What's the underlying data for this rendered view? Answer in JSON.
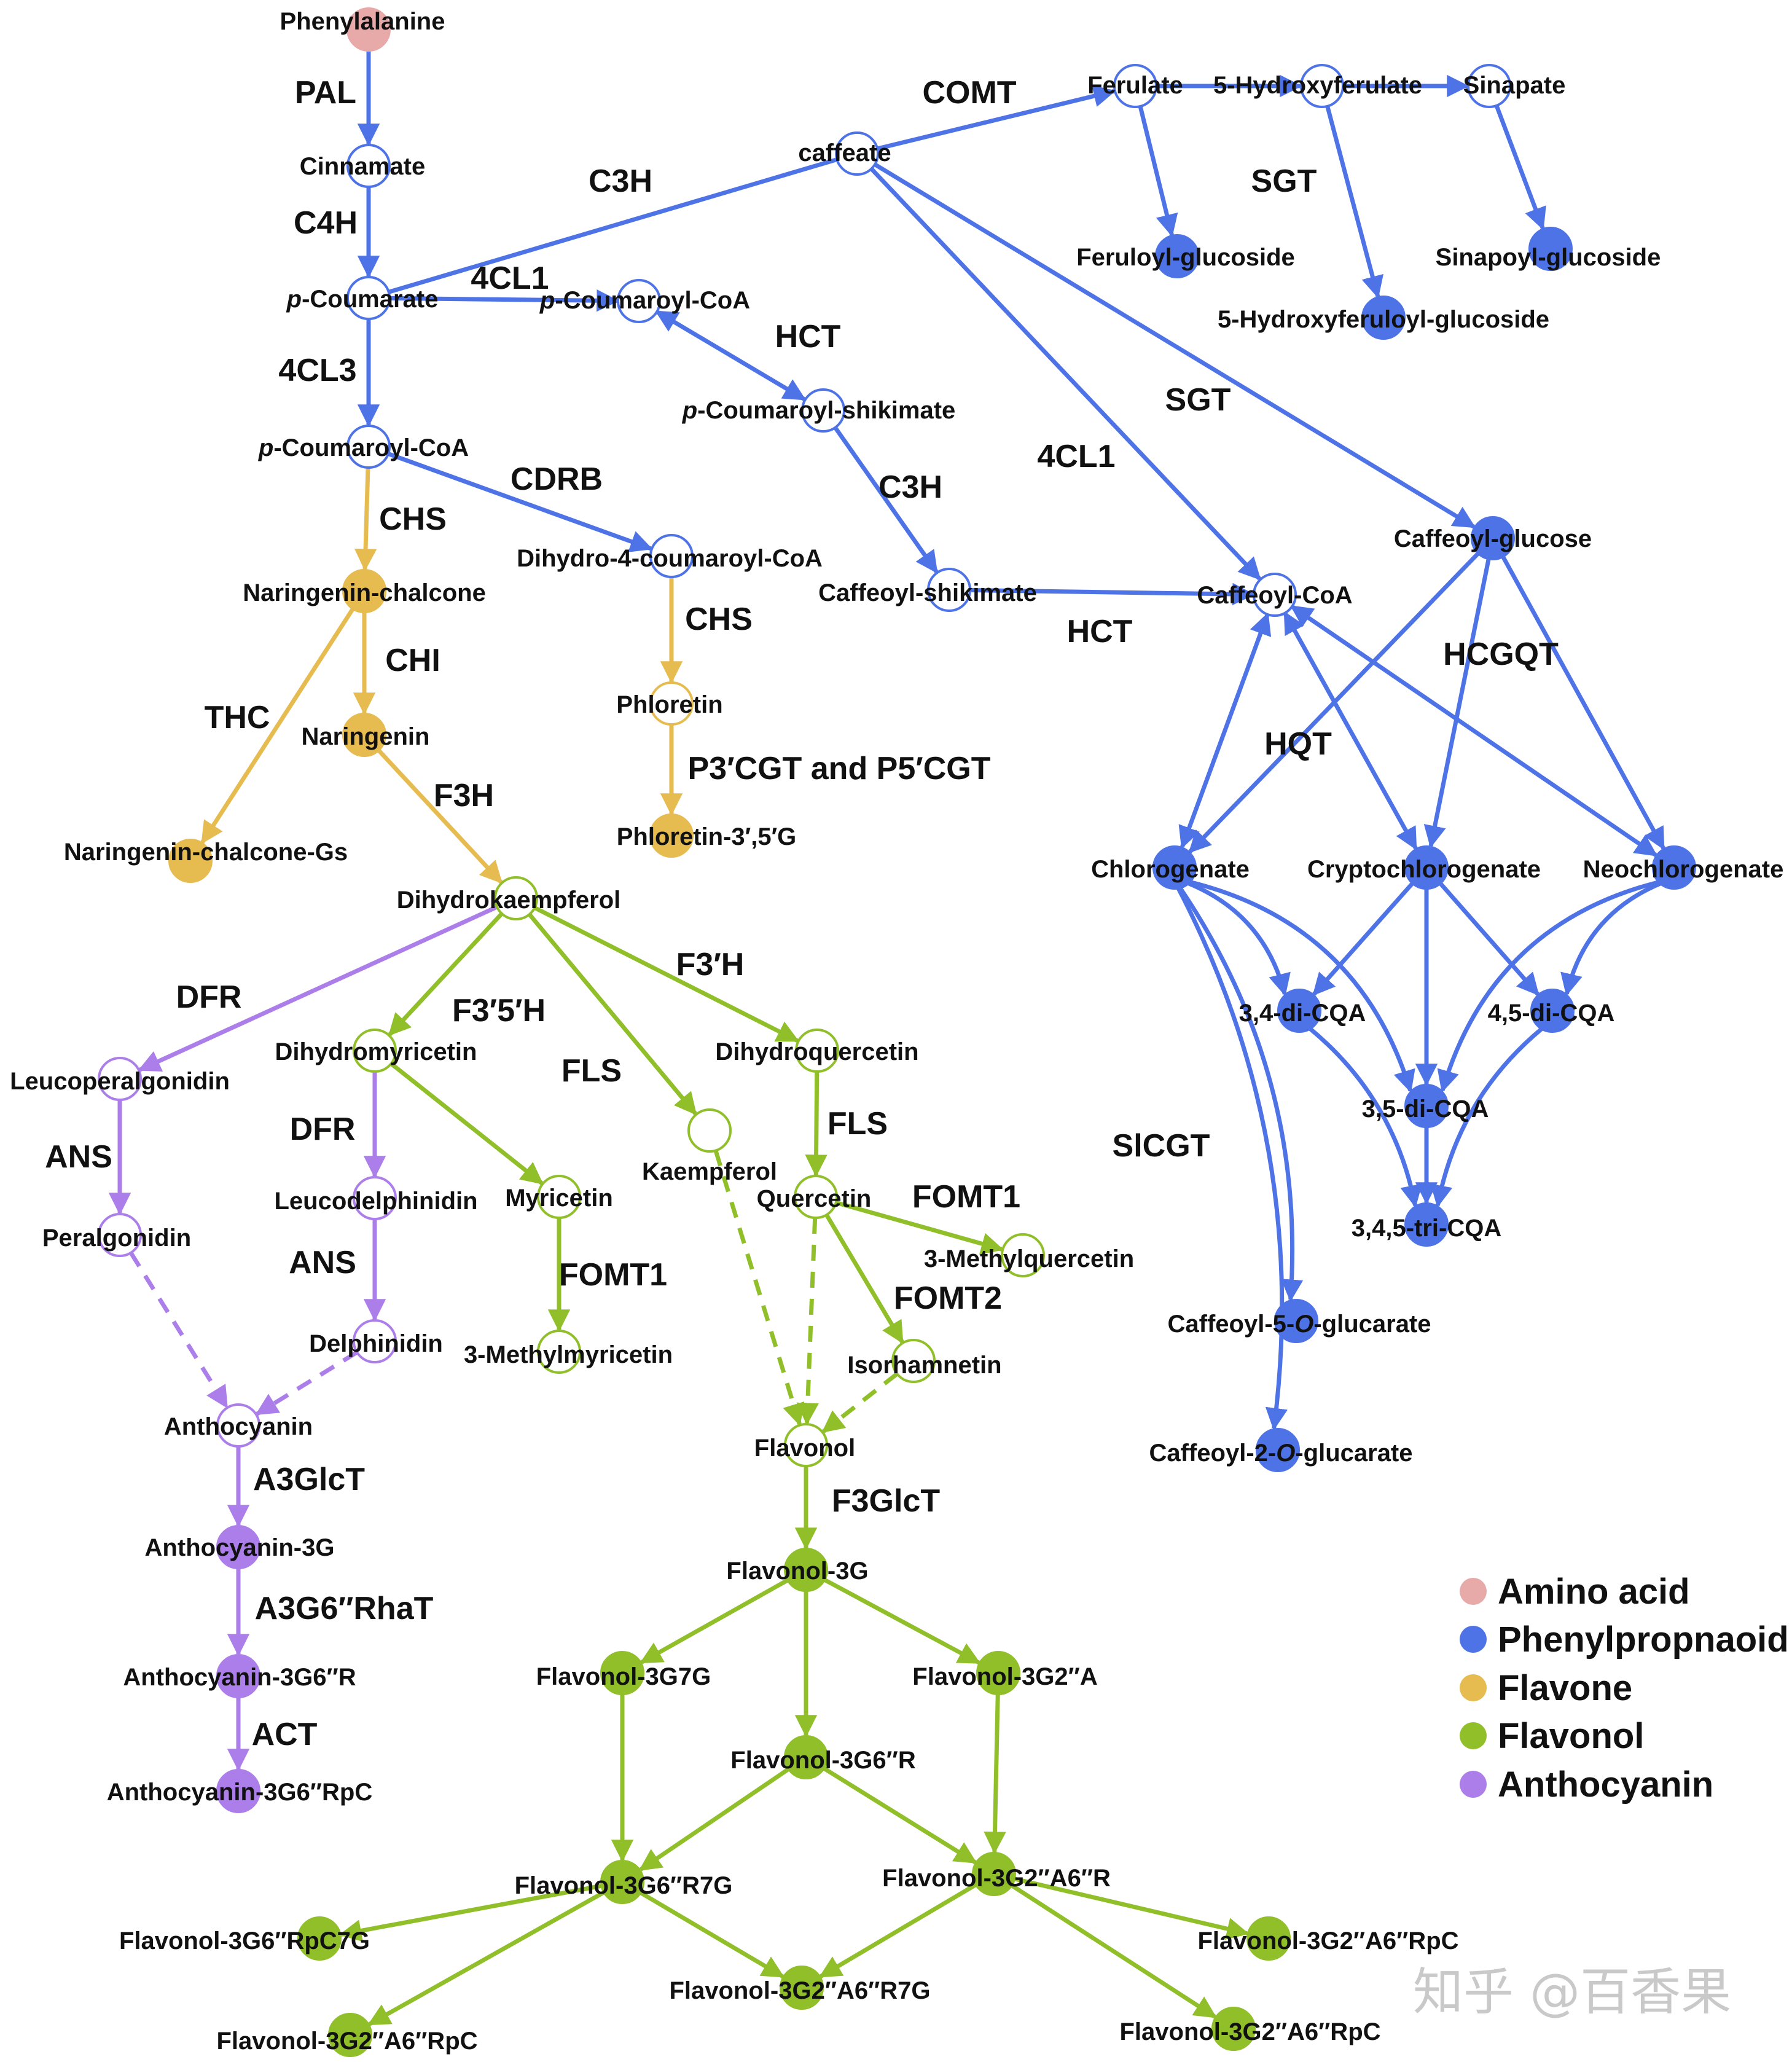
{
  "colors": {
    "amino": "#e8a9a9",
    "phenyl": "#4e73e6",
    "flavone": "#e6bb4f",
    "flavonol": "#90bf2a",
    "antho": "#ac7ee9"
  },
  "nodes": [
    {
      "id": "phe",
      "label": "Phenylalanine",
      "cls": "amino",
      "fill": true
    },
    {
      "id": "cin",
      "label": "Cinnamate",
      "cls": "phenyl",
      "fill": false
    },
    {
      "id": "pcou",
      "label": "p-Coumarate",
      "italic": "p",
      "cls": "phenyl",
      "fill": false
    },
    {
      "id": "pcoa1",
      "label": "p-Coumaroyl-CoA",
      "italic": "p",
      "cls": "phenyl",
      "fill": false
    },
    {
      "id": "pcoa2",
      "label": "p-Coumaroyl-CoA",
      "italic": "p",
      "cls": "phenyl",
      "fill": false
    },
    {
      "id": "caff",
      "label": "caffeate",
      "cls": "phenyl",
      "fill": false
    },
    {
      "id": "fer",
      "label": "Ferulate",
      "cls": "phenyl",
      "fill": false
    },
    {
      "id": "hfer",
      "label": "5-Hydroxyferulate",
      "cls": "phenyl",
      "fill": false
    },
    {
      "id": "sin",
      "label": "Sinapate",
      "cls": "phenyl",
      "fill": false
    },
    {
      "id": "ferg",
      "label": "Feruloyl-glucoside",
      "cls": "phenyl",
      "fill": true
    },
    {
      "id": "sing",
      "label": "Sinapoyl-glucoside",
      "cls": "phenyl",
      "fill": true
    },
    {
      "id": "hferg",
      "label": "5-Hydroxyferuloyl-glucoside",
      "cls": "phenyl",
      "fill": true
    },
    {
      "id": "pcshik",
      "label": "p-Coumaroyl-shikimate",
      "italic": "p",
      "cls": "phenyl",
      "fill": false
    },
    {
      "id": "caffshik",
      "label": "Caffeoyl-shikimate",
      "cls": "phenyl",
      "fill": false
    },
    {
      "id": "caffcoa",
      "label": "Caffeoyl-CoA",
      "cls": "phenyl",
      "fill": false
    },
    {
      "id": "caffglu",
      "label": "Caffeoyl-glucose",
      "cls": "phenyl",
      "fill": true
    },
    {
      "id": "chlo",
      "label": "Chlorogenate",
      "cls": "phenyl",
      "fill": true
    },
    {
      "id": "crypt",
      "label": "Cryptochlorogenate",
      "cls": "phenyl",
      "fill": true
    },
    {
      "id": "neo",
      "label": "Neochlorogenate",
      "cls": "phenyl",
      "fill": true
    },
    {
      "id": "dicqa34",
      "label": "3,4-di-CQA",
      "cls": "phenyl",
      "fill": true
    },
    {
      "id": "dicqa45",
      "label": "4,5-di-CQA",
      "cls": "phenyl",
      "fill": true
    },
    {
      "id": "dicqa35",
      "label": "3,5-di-CQA",
      "cls": "phenyl",
      "fill": true
    },
    {
      "id": "tricqa",
      "label": "3,4,5-tri-CQA",
      "cls": "phenyl",
      "fill": true
    },
    {
      "id": "c5g",
      "label": "Caffeoyl-5-O-glucarate",
      "italic": "O",
      "cls": "phenyl",
      "fill": true
    },
    {
      "id": "c2g",
      "label": "Caffeoyl-2-O-glucarate",
      "italic": "O",
      "cls": "phenyl",
      "fill": true
    },
    {
      "id": "dh4c",
      "label": "Dihydro-4-coumaroyl-CoA",
      "cls": "phenyl",
      "fill": false
    },
    {
      "id": "naringch",
      "label": "Naringenin-chalcone",
      "cls": "flavone",
      "fill": true
    },
    {
      "id": "naring",
      "label": "Naringenin",
      "cls": "flavone",
      "fill": true
    },
    {
      "id": "naringchg",
      "label": "Naringenin-chalcone-Gs",
      "cls": "flavone",
      "fill": true
    },
    {
      "id": "phlo",
      "label": "Phloretin",
      "cls": "flavone",
      "fill": false
    },
    {
      "id": "phlog",
      "label": "Phloretin-3′,5′G",
      "cls": "flavone",
      "fill": true
    },
    {
      "id": "dhk",
      "label": "Dihydrokaempferol",
      "cls": "flavonol",
      "fill": false
    },
    {
      "id": "dhm",
      "label": "Dihydromyricetin",
      "cls": "flavonol",
      "fill": false
    },
    {
      "id": "dhq",
      "label": "Dihydroquercetin",
      "cls": "flavonol",
      "fill": false
    },
    {
      "id": "kaem",
      "label": "Kaempferol",
      "cls": "flavonol",
      "fill": false
    },
    {
      "id": "quer",
      "label": "Quercetin",
      "cls": "flavonol",
      "fill": false
    },
    {
      "id": "myr",
      "label": "Myricetin",
      "cls": "flavonol",
      "fill": false
    },
    {
      "id": "mq3",
      "label": "3-Methylquercetin",
      "cls": "flavonol",
      "fill": false
    },
    {
      "id": "mm3",
      "label": "3-Methylmyricetin",
      "cls": "flavonol",
      "fill": false
    },
    {
      "id": "iso",
      "label": "Isorhamnetin",
      "cls": "flavonol",
      "fill": false
    },
    {
      "id": "flv",
      "label": "Flavonol",
      "cls": "flavonol",
      "fill": false
    },
    {
      "id": "flv3g",
      "label": "Flavonol-3G",
      "cls": "flavonol",
      "fill": true
    },
    {
      "id": "flv3g7g",
      "label": "Flavonol-3G7G",
      "cls": "flavonol",
      "fill": true
    },
    {
      "id": "flv3g2a",
      "label": "Flavonol-3G2″A",
      "cls": "flavonol",
      "fill": true
    },
    {
      "id": "flv3g6r",
      "label": "Flavonol-3G6″R",
      "cls": "flavonol",
      "fill": true
    },
    {
      "id": "flv3g6r7g",
      "label": "Flavonol-3G6″R7G",
      "cls": "flavonol",
      "fill": true
    },
    {
      "id": "flv3g2a6r",
      "label": "Flavonol-3G2″A6″R",
      "cls": "flavonol",
      "fill": true
    },
    {
      "id": "flv3g6rpc7g",
      "label": "Flavonol-3G6″RpC7G",
      "cls": "flavonol",
      "fill": true
    },
    {
      "id": "flv3g2a6rpcL",
      "label": "Flavonol-3G2″A6″RpC",
      "cls": "flavonol",
      "fill": true
    },
    {
      "id": "flv3g2a6r7g",
      "label": "Flavonol-3G2″A6″R7G",
      "cls": "flavonol",
      "fill": true
    },
    {
      "id": "flv3g2a6rpcR1",
      "label": "Flavonol-3G2″A6″RpC",
      "cls": "flavonol",
      "fill": true
    },
    {
      "id": "flv3g2a6rpcR2",
      "label": "Flavonol-3G2″A6″RpC",
      "cls": "flavonol",
      "fill": true
    },
    {
      "id": "leucp",
      "label": "Leucoperalgonidin",
      "cls": "antho",
      "fill": false
    },
    {
      "id": "perl",
      "label": "Peralgonidin",
      "cls": "antho",
      "fill": false
    },
    {
      "id": "leucd",
      "label": "Leucodelphinidin",
      "cls": "antho",
      "fill": false
    },
    {
      "id": "delph",
      "label": "Delphinidin",
      "cls": "antho",
      "fill": false
    },
    {
      "id": "antho",
      "label": "Anthocyanin",
      "cls": "antho",
      "fill": false
    },
    {
      "id": "antho3g",
      "label": "Anthocyanin-3G",
      "cls": "antho",
      "fill": true
    },
    {
      "id": "antho3g6r",
      "label": "Anthocyanin-3G6″R",
      "cls": "antho",
      "fill": true
    },
    {
      "id": "antho3g6rpc",
      "label": "Anthocyanin-3G6″RpC",
      "cls": "antho",
      "fill": true
    }
  ],
  "edges": [
    {
      "from": "phe",
      "to": "cin",
      "cls": "phenyl"
    },
    {
      "from": "cin",
      "to": "pcou",
      "cls": "phenyl"
    },
    {
      "from": "pcou",
      "to": "pcoa1",
      "cls": "phenyl"
    },
    {
      "from": "pcou",
      "to": "pcoa2",
      "cls": "phenyl"
    },
    {
      "from": "pcou",
      "to": "caff",
      "cls": "phenyl",
      "noarrow": true
    },
    {
      "from": "caff",
      "to": "fer",
      "cls": "phenyl"
    },
    {
      "from": "fer",
      "to": "hfer",
      "cls": "phenyl"
    },
    {
      "from": "hfer",
      "to": "sin",
      "cls": "phenyl"
    },
    {
      "from": "fer",
      "to": "ferg",
      "cls": "phenyl"
    },
    {
      "from": "hfer",
      "to": "hferg",
      "cls": "phenyl"
    },
    {
      "from": "sin",
      "to": "sing",
      "cls": "phenyl"
    },
    {
      "from": "pcoa2",
      "to": "pcshik",
      "cls": "phenyl",
      "both": true
    },
    {
      "from": "pcshik",
      "to": "caffshik",
      "cls": "phenyl"
    },
    {
      "from": "caffshik",
      "to": "caffcoa",
      "cls": "phenyl"
    },
    {
      "from": "caff",
      "to": "caffcoa",
      "cls": "phenyl"
    },
    {
      "from": "caff",
      "to": "caffglu",
      "cls": "phenyl"
    },
    {
      "from": "caffcoa",
      "to": "chlo",
      "cls": "phenyl",
      "both": true
    },
    {
      "from": "caffcoa",
      "to": "crypt",
      "cls": "phenyl",
      "both": true
    },
    {
      "from": "caffcoa",
      "to": "neo",
      "cls": "phenyl",
      "both": true
    },
    {
      "from": "caffglu",
      "to": "chlo",
      "cls": "phenyl"
    },
    {
      "from": "caffglu",
      "to": "crypt",
      "cls": "phenyl"
    },
    {
      "from": "caffglu",
      "to": "neo",
      "cls": "phenyl"
    },
    {
      "from": "chlo",
      "to": "dicqa34",
      "cls": "phenyl",
      "curve": -60
    },
    {
      "from": "crypt",
      "to": "dicqa34",
      "cls": "phenyl"
    },
    {
      "from": "crypt",
      "to": "dicqa35",
      "cls": "phenyl"
    },
    {
      "from": "crypt",
      "to": "dicqa45",
      "cls": "phenyl"
    },
    {
      "from": "neo",
      "to": "dicqa45",
      "cls": "phenyl",
      "curve": 60
    },
    {
      "from": "chlo",
      "to": "dicqa35",
      "cls": "phenyl",
      "curve": -140
    },
    {
      "from": "neo",
      "to": "dicqa35",
      "cls": "phenyl",
      "curve": 140
    },
    {
      "from": "dicqa35",
      "to": "tricqa",
      "cls": "phenyl"
    },
    {
      "from": "dicqa34",
      "to": "tricqa",
      "cls": "phenyl",
      "curve": -60
    },
    {
      "from": "dicqa45",
      "to": "tricqa",
      "cls": "phenyl",
      "curve": 60
    },
    {
      "from": "chlo",
      "to": "c5g",
      "cls": "phenyl",
      "curve": -120
    },
    {
      "from": "chlo",
      "to": "c2g",
      "cls": "phenyl",
      "curve": -140
    },
    {
      "from": "pcoa1",
      "to": "dh4c",
      "cls": "phenyl"
    },
    {
      "from": "pcoa1",
      "to": "naringch",
      "cls": "flavone"
    },
    {
      "from": "naringch",
      "to": "naring",
      "cls": "flavone"
    },
    {
      "from": "naringch",
      "to": "naringchg",
      "cls": "flavone"
    },
    {
      "from": "dh4c",
      "to": "phlo",
      "cls": "flavone"
    },
    {
      "from": "phlo",
      "to": "phlog",
      "cls": "flavone"
    },
    {
      "from": "naring",
      "to": "dhk",
      "cls": "flavone"
    },
    {
      "from": "dhk",
      "to": "dhm",
      "cls": "flavonol"
    },
    {
      "from": "dhk",
      "to": "dhq",
      "cls": "flavonol"
    },
    {
      "from": "dhk",
      "to": "kaem",
      "cls": "flavonol"
    },
    {
      "from": "dhk",
      "to": "leucp",
      "cls": "antho"
    },
    {
      "from": "dhm",
      "to": "leucd",
      "cls": "antho"
    },
    {
      "from": "dhm",
      "to": "myr",
      "cls": "flavonol"
    },
    {
      "from": "dhq",
      "to": "quer",
      "cls": "flavonol"
    },
    {
      "from": "myr",
      "to": "mm3",
      "cls": "flavonol"
    },
    {
      "from": "quer",
      "to": "mq3",
      "cls": "flavonol"
    },
    {
      "from": "quer",
      "to": "iso",
      "cls": "flavonol"
    },
    {
      "from": "kaem",
      "to": "flv",
      "cls": "flavonol",
      "dash": true
    },
    {
      "from": "quer",
      "to": "flv",
      "cls": "flavonol",
      "dash": true
    },
    {
      "from": "iso",
      "to": "flv",
      "cls": "flavonol",
      "dash": true
    },
    {
      "from": "flv",
      "to": "flv3g",
      "cls": "flavonol"
    },
    {
      "from": "flv3g",
      "to": "flv3g7g",
      "cls": "flavonol"
    },
    {
      "from": "flv3g",
      "to": "flv3g2a",
      "cls": "flavonol"
    },
    {
      "from": "flv3g",
      "to": "flv3g6r",
      "cls": "flavonol"
    },
    {
      "from": "flv3g7g",
      "to": "flv3g6r7g",
      "cls": "flavonol"
    },
    {
      "from": "flv3g6r",
      "to": "flv3g6r7g",
      "cls": "flavonol"
    },
    {
      "from": "flv3g6r",
      "to": "flv3g2a6r",
      "cls": "flavonol"
    },
    {
      "from": "flv3g2a",
      "to": "flv3g2a6r",
      "cls": "flavonol"
    },
    {
      "from": "flv3g6r7g",
      "to": "flv3g6rpc7g",
      "cls": "flavonol"
    },
    {
      "from": "flv3g6r7g",
      "to": "flv3g2a6rpcL",
      "cls": "flavonol"
    },
    {
      "from": "flv3g6r7g",
      "to": "flv3g2a6r7g",
      "cls": "flavonol"
    },
    {
      "from": "flv3g2a6r",
      "to": "flv3g2a6r7g",
      "cls": "flavonol"
    },
    {
      "from": "flv3g2a6r",
      "to": "flv3g2a6rpcR1",
      "cls": "flavonol"
    },
    {
      "from": "flv3g2a6r",
      "to": "flv3g2a6rpcR2",
      "cls": "flavonol"
    },
    {
      "from": "leucp",
      "to": "perl",
      "cls": "antho"
    },
    {
      "from": "leucd",
      "to": "delph",
      "cls": "antho"
    },
    {
      "from": "perl",
      "to": "antho",
      "cls": "antho",
      "dash": true
    },
    {
      "from": "delph",
      "to": "antho",
      "cls": "antho",
      "dash": true
    },
    {
      "from": "antho",
      "to": "antho3g",
      "cls": "antho"
    },
    {
      "from": "antho3g",
      "to": "antho3g6r",
      "cls": "antho"
    },
    {
      "from": "antho3g6r",
      "to": "antho3g6rpc",
      "cls": "antho"
    }
  ],
  "enzymes": [
    {
      "id": "pal",
      "label": "PAL"
    },
    {
      "id": "c4h",
      "label": "C4H"
    },
    {
      "id": "c3h1",
      "label": "C3H"
    },
    {
      "id": "comt",
      "label": "COMT"
    },
    {
      "id": "sgt1",
      "label": "SGT"
    },
    {
      "id": "4cl1a",
      "label": "4CL1"
    },
    {
      "id": "hct1",
      "label": "HCT"
    },
    {
      "id": "4cl3",
      "label": "4CL3"
    },
    {
      "id": "sgt2",
      "label": "SGT"
    },
    {
      "id": "4cl1b",
      "label": "4CL1"
    },
    {
      "id": "cdrb",
      "label": "CDRB"
    },
    {
      "id": "c3h2",
      "label": "C3H"
    },
    {
      "id": "chs1",
      "label": "CHS"
    },
    {
      "id": "chs2",
      "label": "CHS"
    },
    {
      "id": "hct2",
      "label": "HCT"
    },
    {
      "id": "hcgqt",
      "label": "HCGQT"
    },
    {
      "id": "chi",
      "label": "CHI"
    },
    {
      "id": "thc",
      "label": "THC"
    },
    {
      "id": "hqt",
      "label": "HQT"
    },
    {
      "id": "p3cgt",
      "label": "P3′CGT and P5′CGT"
    },
    {
      "id": "f3h",
      "label": "F3H"
    },
    {
      "id": "f3ph",
      "label": "F3′H"
    },
    {
      "id": "dfr1",
      "label": "DFR"
    },
    {
      "id": "f35h",
      "label": "F3′5′H"
    },
    {
      "id": "fls1",
      "label": "FLS"
    },
    {
      "id": "fls2",
      "label": "FLS"
    },
    {
      "id": "dfr2",
      "label": "DFR"
    },
    {
      "id": "sicgt",
      "label": "SlCGT"
    },
    {
      "id": "ans1",
      "label": "ANS"
    },
    {
      "id": "fomt1a",
      "label": "FOMT1"
    },
    {
      "id": "ans2",
      "label": "ANS"
    },
    {
      "id": "fomt1b",
      "label": "FOMT1"
    },
    {
      "id": "fomt2",
      "label": "FOMT2"
    },
    {
      "id": "a3glct",
      "label": "A3GlcT"
    },
    {
      "id": "f3glct",
      "label": "F3GlcT"
    },
    {
      "id": "a3g6rhat",
      "label": "A3G6″RhaT"
    },
    {
      "id": "act",
      "label": "ACT"
    }
  ],
  "legend": [
    {
      "label": "Amino acid",
      "cls": "amino"
    },
    {
      "label": "Phenylpropnaoid",
      "cls": "phenyl"
    },
    {
      "label": "Flavone",
      "cls": "flavone"
    },
    {
      "label": "Flavonol",
      "cls": "flavonol"
    },
    {
      "label": "Anthocyanin",
      "cls": "antho"
    }
  ],
  "watermark": "知乎 @百香果"
}
